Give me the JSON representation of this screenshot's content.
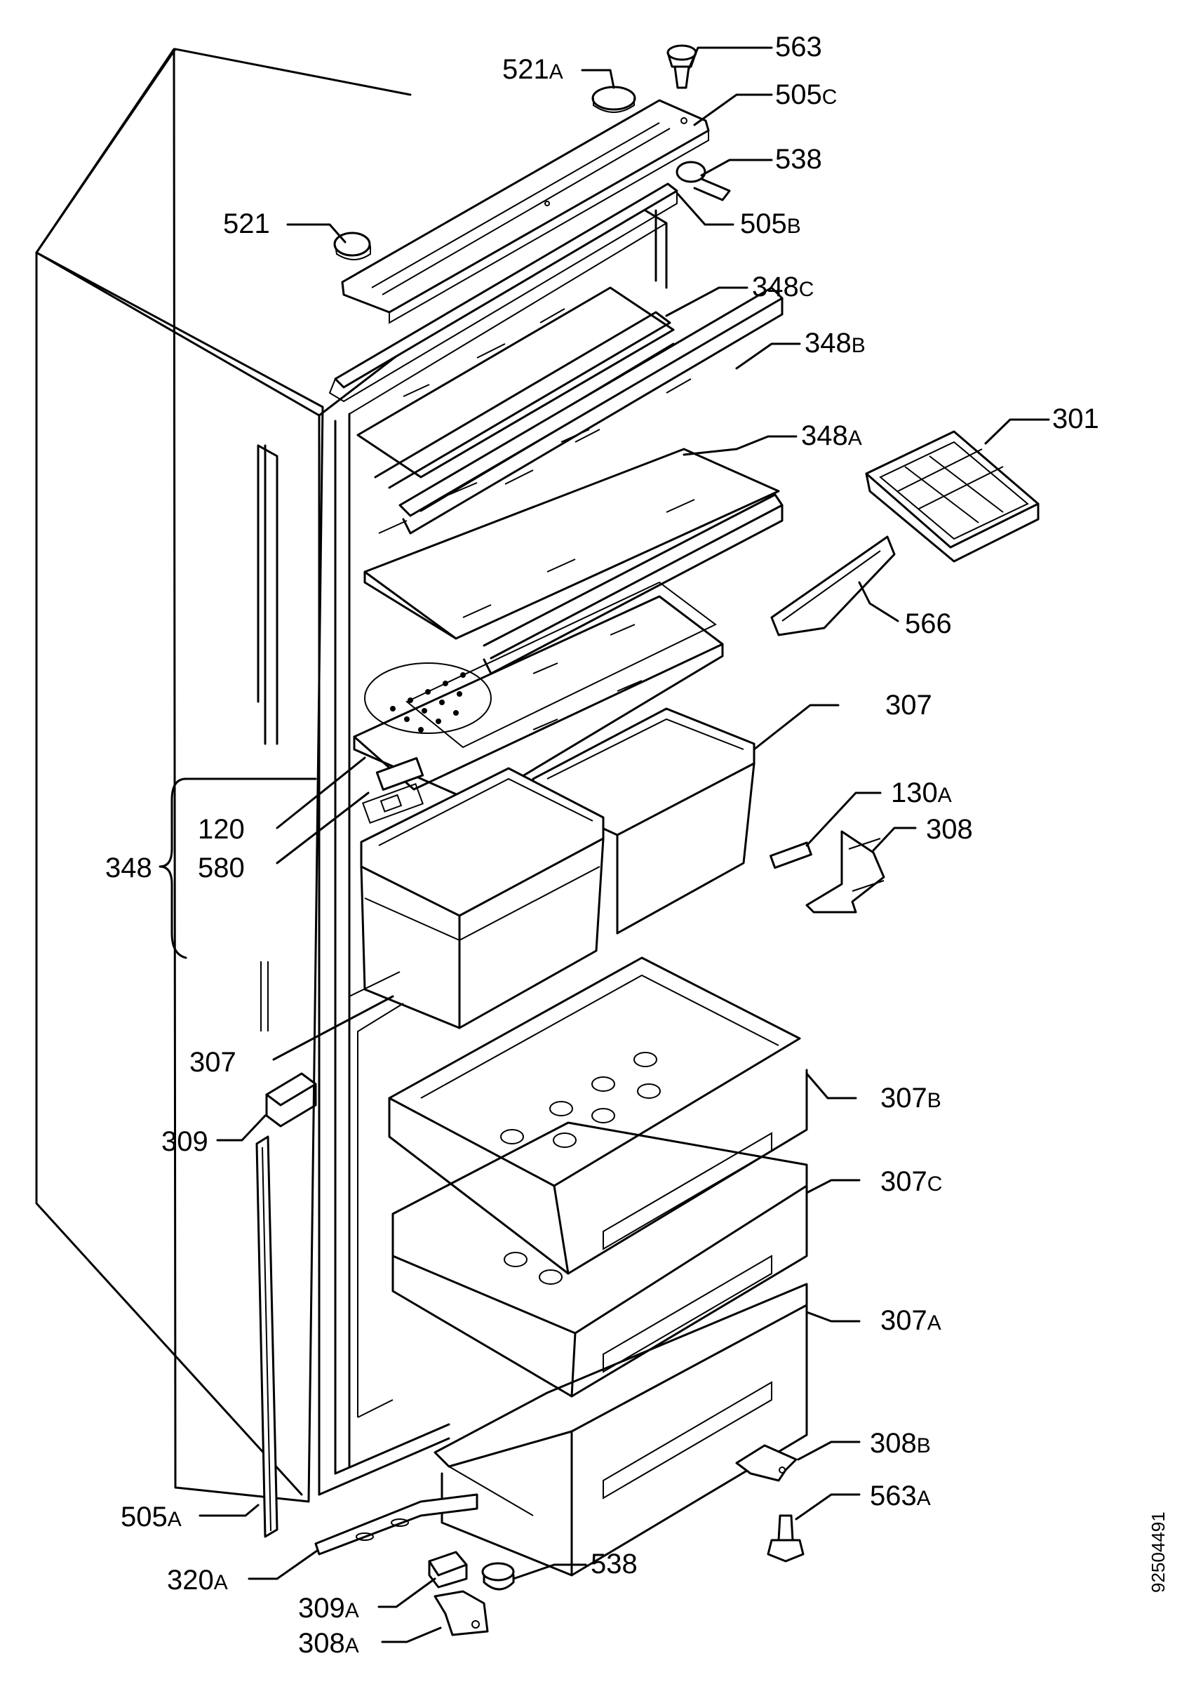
{
  "drawing_code": "92504491",
  "callouts": [
    {
      "id": "563",
      "num": "563",
      "suffix": ""
    },
    {
      "id": "521A",
      "num": "521",
      "suffix": "A"
    },
    {
      "id": "505C",
      "num": "505",
      "suffix": "C"
    },
    {
      "id": "538-top",
      "num": "538",
      "suffix": ""
    },
    {
      "id": "521",
      "num": "521",
      "suffix": ""
    },
    {
      "id": "505B",
      "num": "505",
      "suffix": "B"
    },
    {
      "id": "348C",
      "num": "348",
      "suffix": "C"
    },
    {
      "id": "348B",
      "num": "348",
      "suffix": "B"
    },
    {
      "id": "348A",
      "num": "348",
      "suffix": "A"
    },
    {
      "id": "301",
      "num": "301",
      "suffix": ""
    },
    {
      "id": "566",
      "num": "566",
      "suffix": ""
    },
    {
      "id": "307-top",
      "num": "307",
      "suffix": ""
    },
    {
      "id": "130A",
      "num": "130",
      "suffix": "A"
    },
    {
      "id": "120",
      "num": "120",
      "suffix": ""
    },
    {
      "id": "308",
      "num": "308",
      "suffix": ""
    },
    {
      "id": "348",
      "num": "348",
      "suffix": ""
    },
    {
      "id": "580",
      "num": "580",
      "suffix": ""
    },
    {
      "id": "307-left",
      "num": "307",
      "suffix": ""
    },
    {
      "id": "307B",
      "num": "307",
      "suffix": "B"
    },
    {
      "id": "309",
      "num": "309",
      "suffix": ""
    },
    {
      "id": "307C",
      "num": "307",
      "suffix": "C"
    },
    {
      "id": "307A",
      "num": "307",
      "suffix": "A"
    },
    {
      "id": "308B",
      "num": "308",
      "suffix": "B"
    },
    {
      "id": "563A",
      "num": "563",
      "suffix": "A"
    },
    {
      "id": "505A",
      "num": "505",
      "suffix": "A"
    },
    {
      "id": "320A",
      "num": "320",
      "suffix": "A"
    },
    {
      "id": "538-bottom",
      "num": "538",
      "suffix": ""
    },
    {
      "id": "309A",
      "num": "309",
      "suffix": "A"
    },
    {
      "id": "308A",
      "num": "308",
      "suffix": "A"
    }
  ]
}
